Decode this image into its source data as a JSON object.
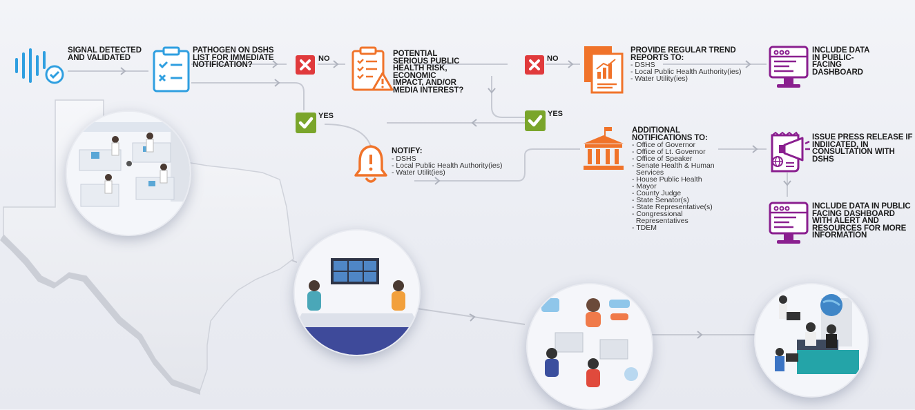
{
  "steps": {
    "signal": {
      "title": "SIGNAL DETECTED AND VALIDATED"
    },
    "pathogen": {
      "title": "PATHOGEN ON DSHS LIST FOR IMMEDIATE NOTIFICATION?"
    },
    "serious": {
      "title": "POTENTIAL SERIOUS PUBLIC HEALTH RISK, ECONOMIC IMPACT, AND/OR MEDIA INTEREST?"
    },
    "trend": {
      "title": "PROVIDE REGULAR TREND REPORTS TO:",
      "items": [
        "- DSHS",
        "- Local Public Health Authority(ies)",
        "- Water Utility(ies)"
      ]
    },
    "dashboard1": {
      "title": "INCLUDE DATA IN PUBLIC-FACING DASHBOARD"
    },
    "notify": {
      "title": "NOTIFY:",
      "items": [
        "- DSHS",
        "- Local Public Health Authority(ies)",
        "- Water Utilit(ies)"
      ]
    },
    "additional": {
      "title": "ADDITIONAL NOTIFICATIONS TO:",
      "items": [
        "- Office of Governor",
        "- Office of Lt. Governor",
        "- Office of Speaker",
        "- Senate Health & Human",
        "  Services",
        "- House Public Health",
        "- Mayor",
        "- County Judge",
        "- State Senator(s)",
        "- State Representative(s)",
        "- Congressional",
        "  Representatives",
        "- TDEM"
      ]
    },
    "press": {
      "title": "ISSUE  PRESS RELEASE IF INDIICATED, IN CONSULTATION WITH DSHS"
    },
    "dashboard2": {
      "title": "INCLUDE DATA IN PUBLIC FACING DASHBOARD WITH ALERT AND RESOURCES FOR MORE INFORMATION"
    }
  },
  "decisions": {
    "no": "NO",
    "yes": "YES"
  },
  "colors": {
    "blue": "#2f9fe0",
    "red": "#e03a3c",
    "green": "#7aa52b",
    "orange": "#f0732a",
    "purple": "#8a1f8f",
    "line": "#c7cad3"
  }
}
